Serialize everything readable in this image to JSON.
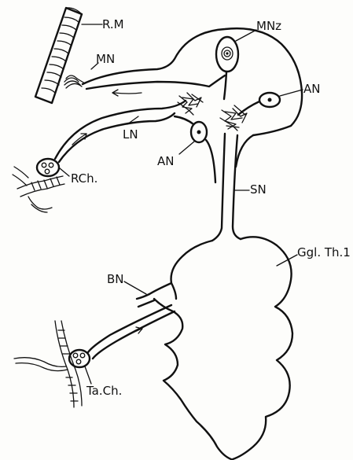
{
  "labels": {
    "rm": "R.M",
    "mn": "MN",
    "mnz": "MNz",
    "an_right": "AN",
    "ln": "LN",
    "an_left": "AN",
    "rch": "RCh.",
    "sn": "SN",
    "bn": "BN",
    "ggl": "Ggl. Th.1",
    "tach": "Ta.Ch."
  },
  "icons": {
    "muscle": "striated-muscle-fiber",
    "receptor": "receptor-cell-cluster",
    "synapse": "synaptic-terminal-arbor",
    "arrow": "conduction-direction-arrow"
  }
}
